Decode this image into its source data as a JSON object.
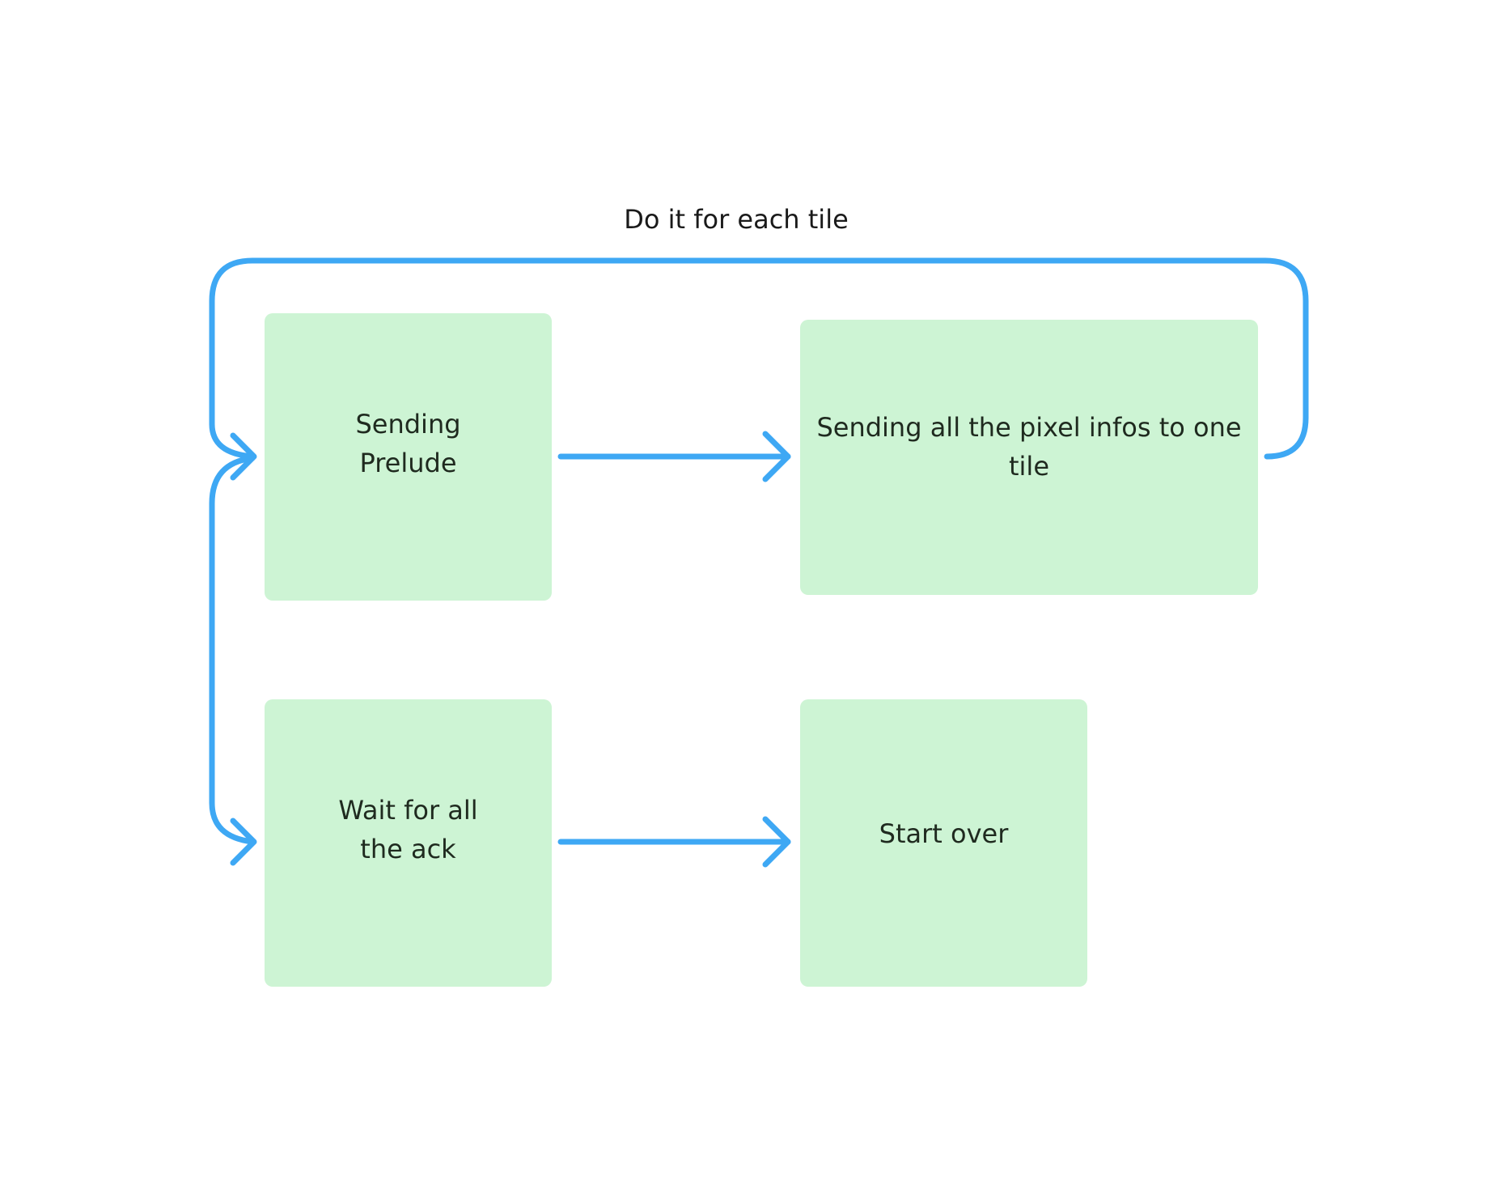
{
  "colors": {
    "node_fill": "#cdf4d4",
    "connector": "#3ea8f4"
  },
  "loop_label": "Do it for each tile",
  "nodes": {
    "prelude": {
      "lines": [
        "Sending",
        "Prelude"
      ]
    },
    "pixels": {
      "lines": [
        "Sending all the pixel infos to one",
        "tile"
      ]
    },
    "wait": {
      "lines": [
        "Wait for all",
        "the ack"
      ]
    },
    "start": {
      "lines": [
        "Start over"
      ]
    }
  },
  "edges": [
    {
      "from": "prelude",
      "to": "pixels"
    },
    {
      "from": "pixels",
      "to": "prelude",
      "label": "Do it for each tile"
    },
    {
      "from": "prelude",
      "to": "wait"
    },
    {
      "from": "wait",
      "to": "start"
    }
  ]
}
